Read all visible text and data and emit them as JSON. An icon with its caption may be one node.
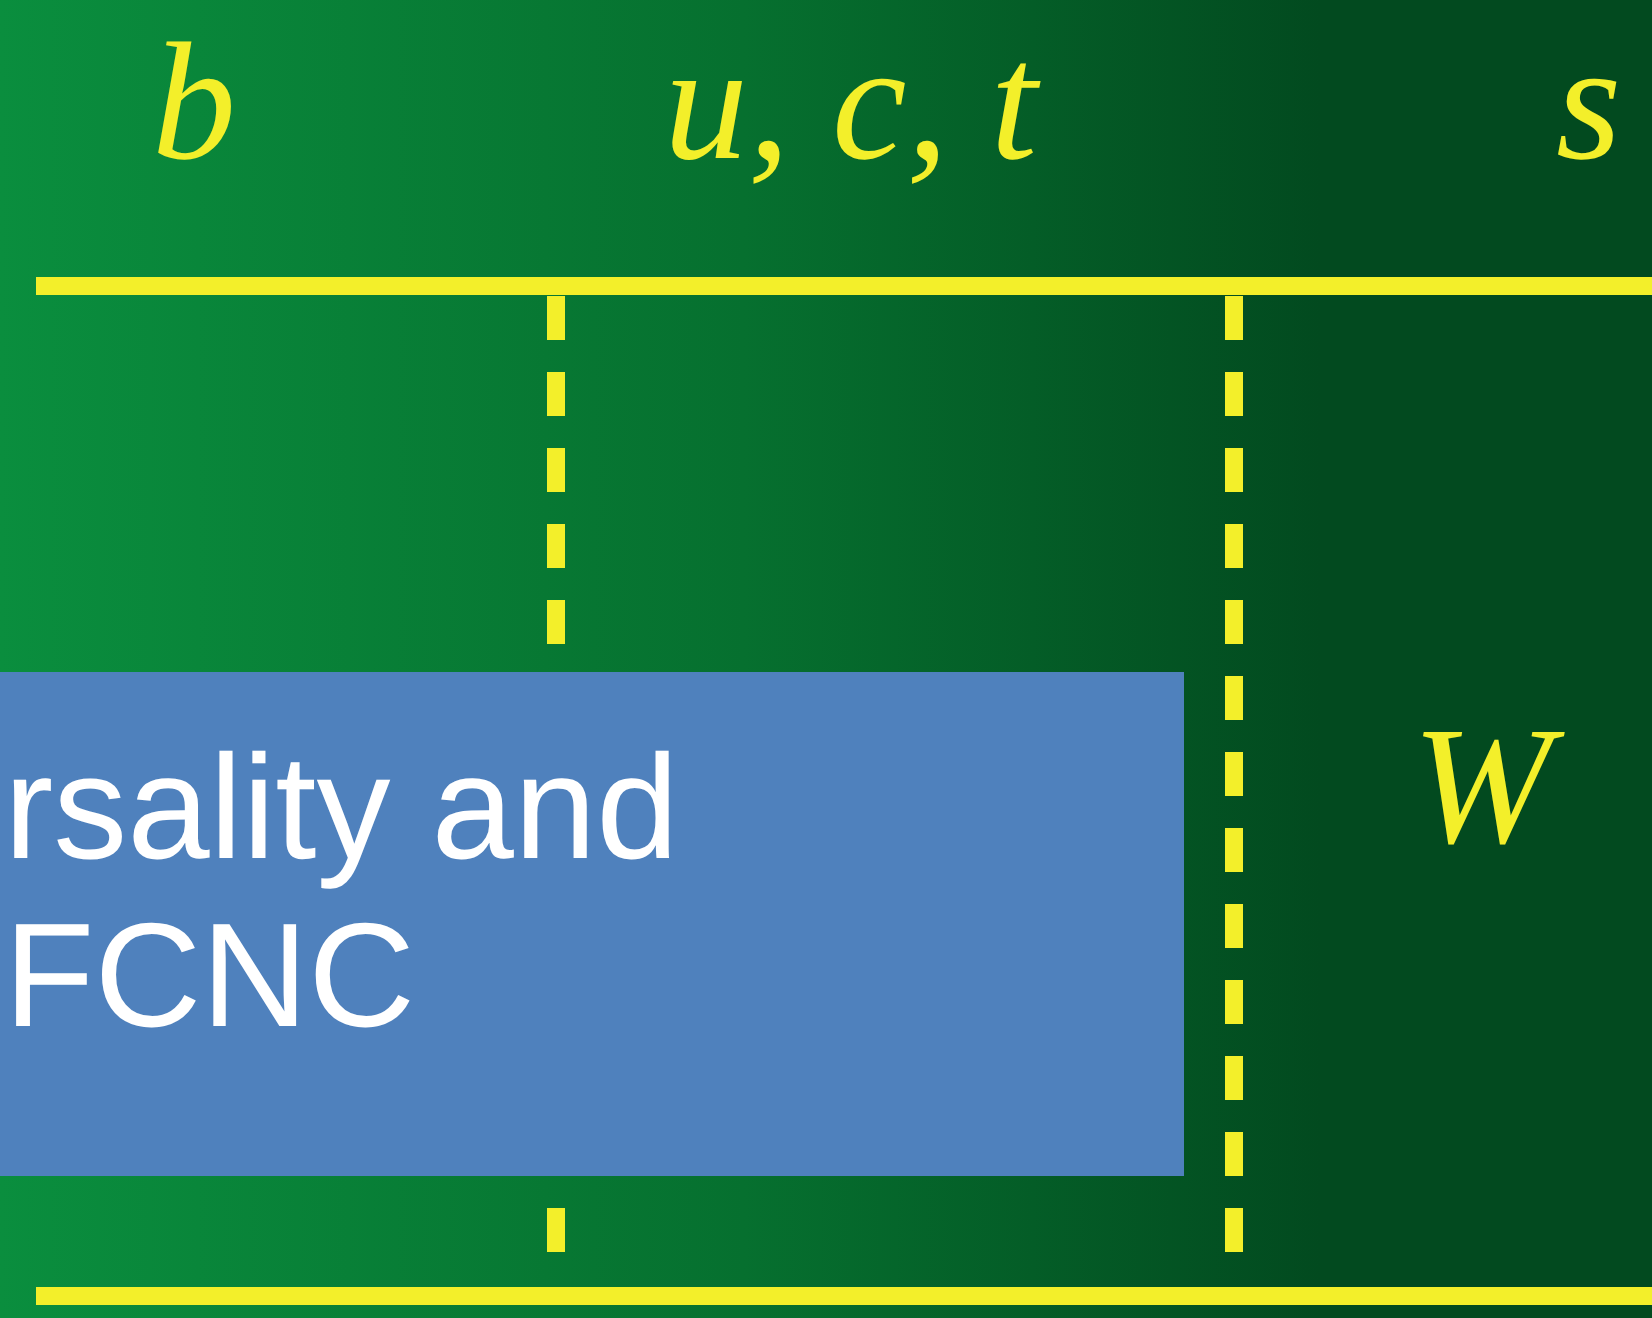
{
  "diagram": {
    "nodes": [
      {
        "text": [
          "rsality and FCNC"
        ]
      }
    ],
    "edges": [],
    "labels": [
      "b",
      "u, c, t",
      "s",
      "W"
    ]
  }
}
